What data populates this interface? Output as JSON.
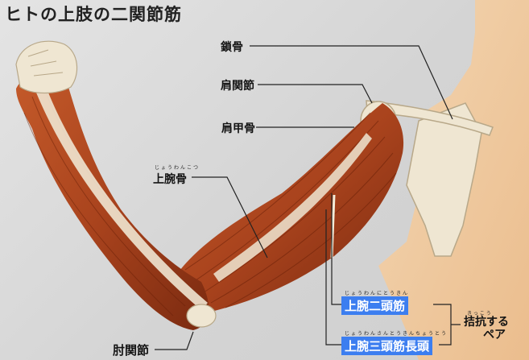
{
  "title": "ヒトの上肢の二関節筋",
  "labels": {
    "clavicle": "鎖骨",
    "shoulder_joint": "肩関節",
    "scapula": "肩甲骨",
    "humerus": "上腕骨",
    "elbow_joint": "肘関節",
    "biceps_brachii": "上腕二頭筋",
    "triceps_long_head": "上腕三頭筋長頭",
    "antagonist_pair_line1": "拮抗する",
    "antagonist_pair_line2": "ペア"
  },
  "ruby": {
    "humerus": "じょうわんこつ",
    "biceps_brachii": "じょうわんにとうきん",
    "triceps_long_head": "じょうわんさんとうきんちょうとう",
    "antagonist": "きっこう"
  },
  "colors": {
    "background": "#d6d6d6",
    "muscle": "#a9431d",
    "muscle_dark": "#7a2a10",
    "bone": "#efe6d2",
    "skin": "#f2c89a",
    "label_box": "#3c7ef0"
  }
}
